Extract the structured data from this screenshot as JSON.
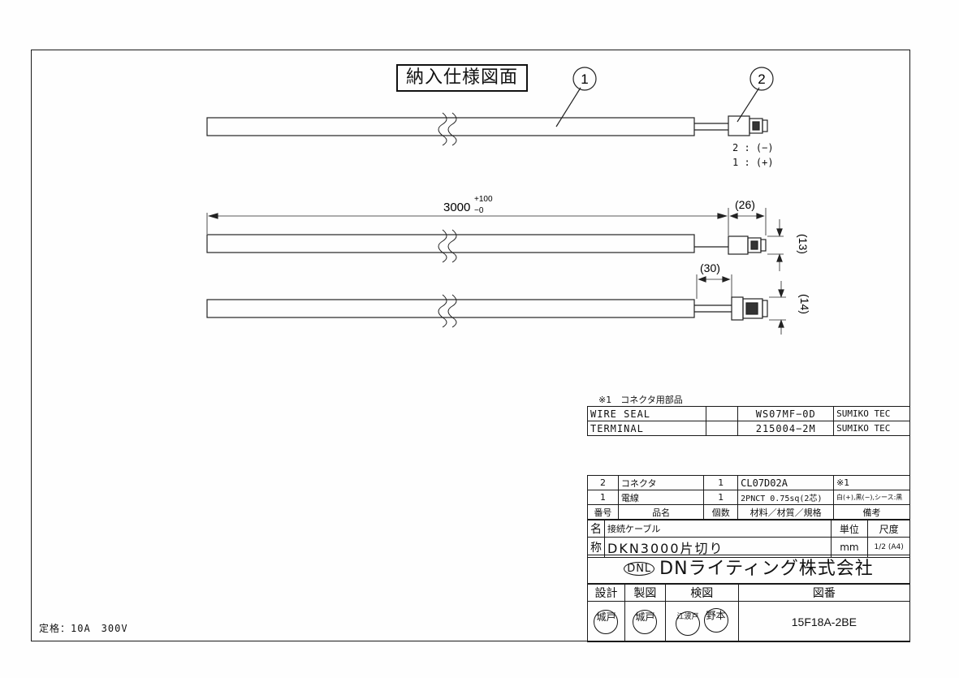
{
  "title": "納入仕様図面",
  "balloons": {
    "cable": "1",
    "connector": "2"
  },
  "pins": {
    "pin2": "2 : (−)",
    "pin1": "1 : (+)"
  },
  "dimensions": {
    "length": "3000",
    "tol_plus": "+100",
    "tol_minus": "−0",
    "strip_a": "(26)",
    "height_a": "(13)",
    "strip_b": "(30)",
    "height_b": "(14)"
  },
  "connector_parts": {
    "note": "※1　コネクタ用部品",
    "rows": [
      {
        "name": "WIRE SEAL",
        "qty": "",
        "part": "WS07MF−0D",
        "maker": "SUMIKO TEC"
      },
      {
        "name": "TERMINAL",
        "qty": "",
        "part": "215004−2M",
        "maker": "SUMIKO TEC"
      }
    ]
  },
  "bom": {
    "rows": [
      {
        "no": "2",
        "name": "コネクタ",
        "qty": "1",
        "material": "CL07D02A",
        "remark": "※1"
      },
      {
        "no": "1",
        "name": "電線",
        "qty": "1",
        "material": "2PNCT 0.75sq(2芯)",
        "remark": "白(+),黒(−),シース:黒"
      }
    ],
    "headers": {
      "no": "番号",
      "name": "品名",
      "qty": "個数",
      "material": "材料／材質／規格",
      "remark": "備考"
    }
  },
  "title_block": {
    "name_label_1": "名",
    "name_label_2": "称",
    "name_sub": "接続ケーブル",
    "name_main": "DKN3000片切り",
    "unit_label": "単位",
    "scale_label": "尺度",
    "unit": "mm",
    "scale": "1/2 (A4)",
    "company": "DNライティング株式会社",
    "logo": "DNL",
    "design_label": "設計",
    "drafting_label": "製図",
    "check_label": "検図",
    "drawing_no_label": "図番",
    "stamp_design": "城戸",
    "stamp_drafting": "城戸",
    "stamp_check_1": "江波戸",
    "stamp_check_2": "野本",
    "drawing_number": "15F18A-2BE"
  },
  "rating": "定格：10A　300V"
}
